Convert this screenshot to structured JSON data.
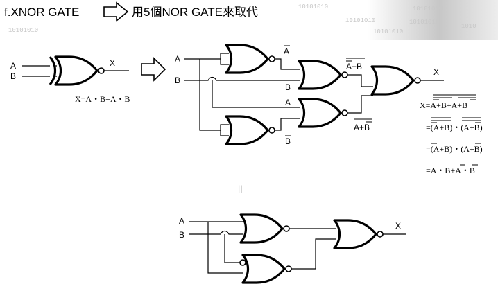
{
  "title": {
    "prefix": "f.XNOR GATE",
    "suffix": "用5個NOR GATE來取代"
  },
  "background_codes": [
    "10101010",
    "10101010",
    "10101010",
    "10101010",
    "10101010",
    "10101010",
    "1010"
  ],
  "xnor_block": {
    "input_a": "A",
    "input_b": "B",
    "output": "X",
    "equation": "X=Ā・B̄+A・B"
  },
  "five_nor_circuit": {
    "input_a": "A",
    "input_b": "B",
    "label_not_a": "A",
    "label_not_b": "B",
    "label_b_mid": "B",
    "label_a_mid": "A",
    "label_top_out": "A+B",
    "label_bottom_out": "A+B",
    "output": "X"
  },
  "derivation": {
    "line1": "X=A+B+A+B",
    "line2": "=(A+B)・(A+B)",
    "line3": "=(A+B)・(A+B)",
    "line4": "=A・B+A・B"
  },
  "equivalence_symbol": "||",
  "reduced_circuit": {
    "input_a": "A",
    "input_b": "B",
    "output": "X"
  },
  "colors": {
    "line": "#000000",
    "background": "#ffffff",
    "code_text": "#c8c8c8"
  }
}
